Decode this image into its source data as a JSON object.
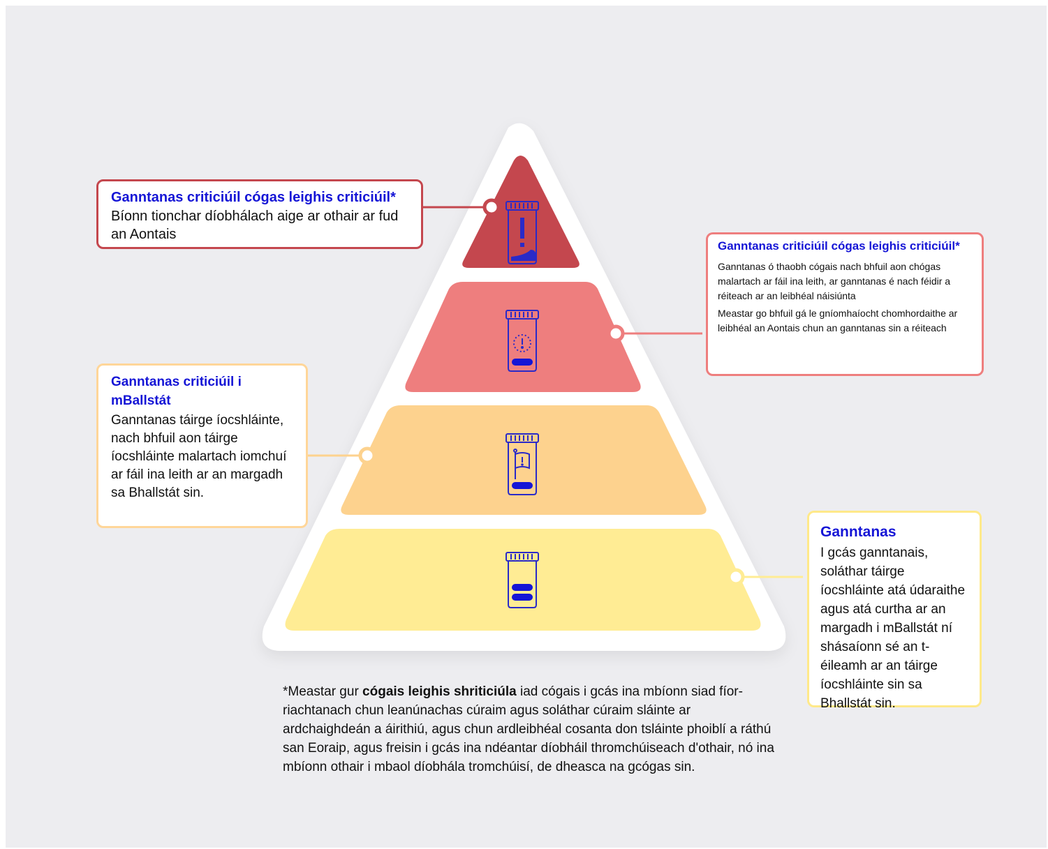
{
  "tiers": [
    {
      "id": "tier-1",
      "color": "#c4474e",
      "title": "Ganntanas criticiúil cógas leighis criticiúil*",
      "body": "Bíonn tionchar díobhálach aige ar othair ar fud an Aontais"
    },
    {
      "id": "tier-2",
      "color": "#ee7e7e",
      "title": "Ganntanas criticiúil cógas leighis criticiúil*",
      "body": "Ganntanas ó thaobh cógais nach bhfuil aon chógas malartach ar fáil ina leith, ar ganntanas é nach féidir a réiteach ar an leibhéal náisiúnta",
      "body2": "Meastar go bhfuil gá le gníomhaíocht chomhordaithe ar leibhéal an Aontais chun an ganntanas sin a réiteach"
    },
    {
      "id": "tier-3",
      "color": "#fdd28e",
      "title": "Ganntanas criticiúil i mBallstát",
      "body": "Ganntanas táirge íocshláinte, nach bhfuil aon táirge íocshláinte malartach iomchuí ar fáil ina leith ar an margadh sa Bhallstát sin."
    },
    {
      "id": "tier-4",
      "color": "#ffec94",
      "title": "Ganntanas",
      "body": "I gcás ganntanais, soláthar táirge íocshláinte atá údaraithe agus atá curtha ar an margadh i mBallstát ní shásaíonn sé an t-éileamh ar an táirge íocshláinte sin sa Bhallstát sin."
    }
  ],
  "footnote": {
    "prefix": "*Meastar gur ",
    "bold": "cógais leighis shriticiúla",
    "rest": " iad cógais i gcás ina mbíonn siad fíor-riachtanach chun leanúnachas cúraim agus soláthar cúraim sláinte ar ardchaighdeán a áirithiú, agus chun ardleibhéal cosanta don tsláinte phoiblí a ráthú san Eoraip, agus freisin i gcás ina ndéantar díobháil thromchúiseach d'othair, nó ina mbíonn othair i mbaol díobhála tromchúisí, de dheasca na gcógas sin."
  },
  "icons": [
    "medicine-bottle-exclamation-icon",
    "medicine-bottle-dotted-exclamation-icon",
    "medicine-bottle-flag-icon",
    "medicine-bottle-pills-icon"
  ],
  "colors": {
    "accent_title": "#1515d6",
    "icon_stroke": "#2a2ac8",
    "pill_fill": "#1515d6",
    "pyramid_outer": "#ffffff",
    "background": "#ededf0"
  }
}
